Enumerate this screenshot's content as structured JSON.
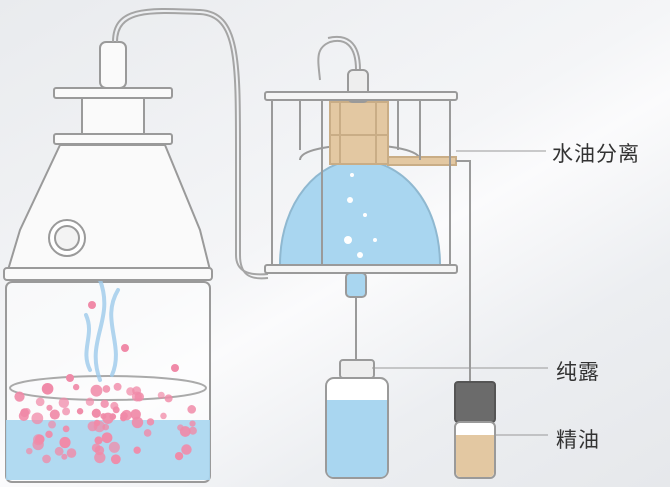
{
  "labels": {
    "separator": "水油分离",
    "hydrosol": "纯露",
    "essential_oil": "精油"
  },
  "colors": {
    "water": "#a9d6f0",
    "oil": "#e3c8a2",
    "flower": "#f08aa8",
    "outline": "#9a9a9a",
    "cap": "#6b6b6b"
  }
}
